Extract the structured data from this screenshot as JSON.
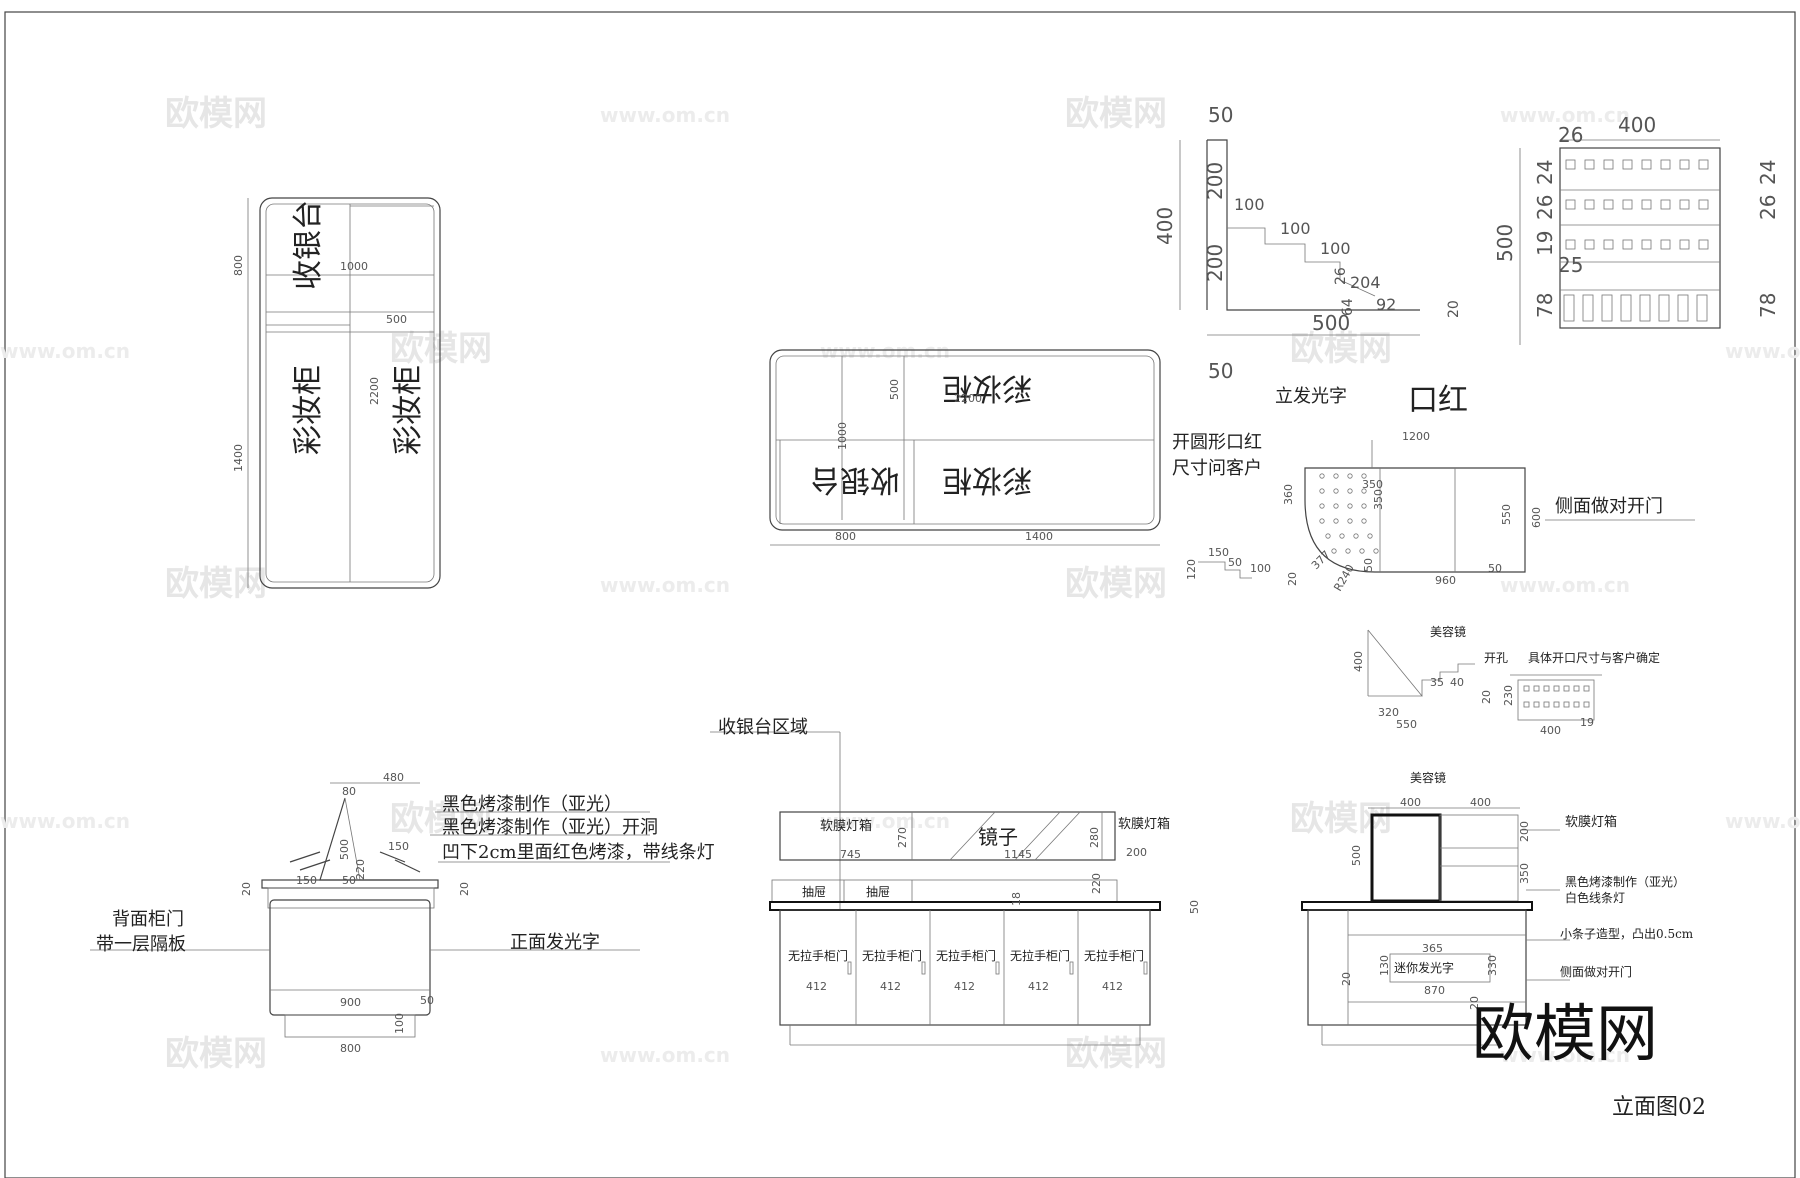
{
  "watermarks": {
    "brand": "欧模网",
    "url": "www.om.cn"
  },
  "plan1": {
    "label_cashier": "收银台",
    "label_cabinet_a": "彩妆柜",
    "label_cabinet_b": "彩妆柜",
    "dims": [
      "800",
      "1000",
      "500",
      "2200",
      "1400"
    ]
  },
  "plan2": {
    "label_cabinet_top": "彩妆柜",
    "label_cashier": "收银台",
    "label_cabinet_bottom": "彩妆柜",
    "dims": [
      "500",
      "2200",
      "1000",
      "800",
      "1400"
    ]
  },
  "side_section": {
    "dims": [
      "50",
      "200",
      "400",
      "200",
      "100",
      "100",
      "100",
      "204",
      "92",
      "64",
      "26",
      "20",
      "500",
      "50"
    ]
  },
  "front_grid": {
    "dims": [
      "400",
      "26",
      "24",
      "26",
      "19",
      "25",
      "78",
      "500",
      "24",
      "26",
      "78"
    ]
  },
  "lipstick_plan": {
    "label_led": "立发光字",
    "label_lipstick": "口红",
    "label_hole_1": "开圆形口红",
    "label_hole_2": "尺寸问客户",
    "label_side_door": "侧面做对开门",
    "dims": [
      "1200",
      "360",
      "350",
      "350",
      "550",
      "600",
      "50",
      "960",
      "50",
      "R240",
      "377",
      "150",
      "50",
      "100",
      "120",
      "20"
    ]
  },
  "mirror_detail": {
    "label_mirror": "美容镜",
    "label_hole": "开孔",
    "label_note": "具体开口尺寸与客户确定",
    "dims": [
      "400",
      "35",
      "40",
      "230",
      "320",
      "550",
      "400",
      "19",
      "20"
    ]
  },
  "elev_left": {
    "label_black_1": "黑色烤漆制作（亚光）",
    "label_black_2": "黑色烤漆制作（亚光）开洞",
    "label_red": "凹下2cm里面红色烤漆，带线条灯",
    "label_back_door_1": "背面柜门",
    "label_back_door_2": "带一层隔板",
    "label_front_led": "正面发光字",
    "dims": [
      "480",
      "80",
      "500",
      "150",
      "220",
      "150",
      "50",
      "20",
      "20",
      "900",
      "50",
      "800",
      "100"
    ]
  },
  "elev_mid": {
    "label_zone": "收银台区域",
    "label_lightbox_l": "软膜灯箱",
    "label_lightbox_r": "软膜灯箱",
    "label_mirror": "镜子",
    "label_drawer_1": "抽屉",
    "label_drawer_2": "抽屉",
    "doors": [
      "无拉手柜门",
      "无拉手柜门",
      "无拉手柜门",
      "无拉手柜门",
      "无拉手柜门"
    ],
    "door_dims": [
      "412",
      "412",
      "412",
      "412",
      "412"
    ],
    "dims": [
      "745",
      "270",
      "1145",
      "280",
      "200",
      "220",
      "18",
      "50"
    ]
  },
  "elev_right": {
    "label_mirror": "美容镜",
    "label_lightbox": "软膜灯箱",
    "label_black": "黑色烤漆制作（亚光）",
    "label_white_led": "白色线条灯",
    "label_strip": "小条子造型，凸出0.5cm",
    "label_side_door": "侧面做对开门",
    "label_mini_led": "迷你发光字",
    "dims": [
      "400",
      "400",
      "500",
      "200",
      "350",
      "365",
      "130",
      "870",
      "330",
      "20",
      "20"
    ]
  },
  "sheet": {
    "title": "立面图02",
    "brand_mark": "欧模网"
  }
}
